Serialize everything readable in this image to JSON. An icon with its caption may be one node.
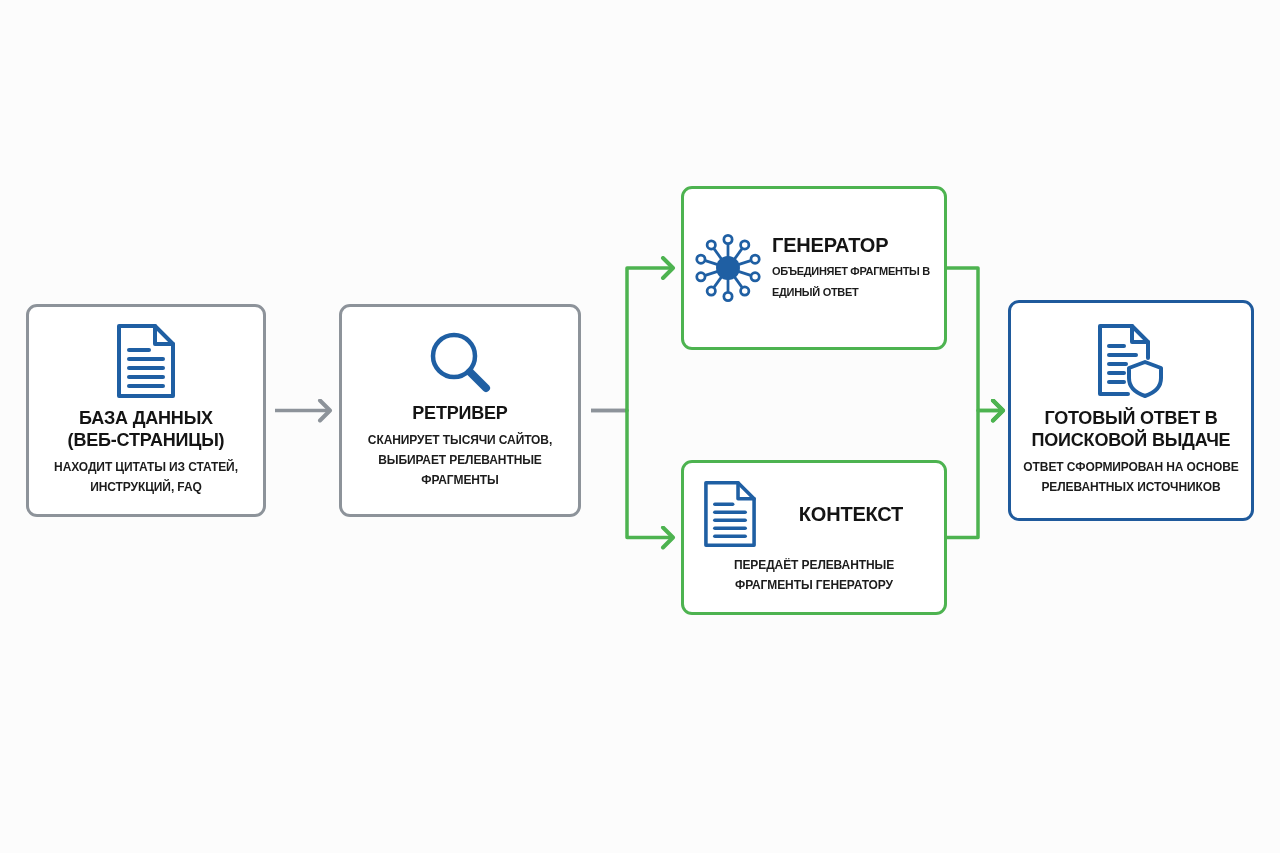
{
  "diagram": {
    "nodes": [
      {
        "text": [
          "БАЗА ДАННЫХ (ВЕБ-СТРАНИЦЫ)",
          "НАХОДИТ ЦИТАТЫ ИЗ СТАТЕЙ, ИНСТРУКЦИЙ, FAQ"
        ]
      },
      {
        "text": [
          "РЕТРИВЕР",
          "СКАНИРУЕТ ТЫСЯЧИ САЙТОВ, ВЫБИРАЕТ РЕЛЕВАНТНЫЕ ФРАГМЕНТЫ"
        ]
      },
      {
        "text": [
          "ГЕНЕРАТОР",
          "ОБЪЕДИНЯЕТ ФРАГМЕНТЫ В ЕДИНЫЙ ОТВЕТ"
        ]
      },
      {
        "text": [
          "КОНТЕКСТ",
          "ПЕРЕДАЁТ РЕЛЕВАНТНЫЕ ФРАГМЕНТЫ ГЕНЕРАТОРУ"
        ]
      },
      {
        "text": [
          "ГОТОВЫЙ ОТВЕТ В ПОИСКОВОЙ ВЫДАЧЕ",
          "ОТВЕТ СФОРМИРОВАН НА ОСНОВЕ РЕЛЕВАНТНЫХ ИСТОЧНИКОВ"
        ]
      }
    ],
    "edges": [
      {
        "from": 0,
        "to": 1,
        "arrow": "to",
        "color": "#8d939a"
      },
      {
        "from": 1,
        "to": 2,
        "arrow": "to"
      },
      {
        "from": 1,
        "to": 3,
        "arrow": "to"
      },
      {
        "from": 2,
        "to": 4,
        "arrow": "to"
      },
      {
        "from": 3,
        "to": 4,
        "arrow": "to"
      }
    ]
  }
}
